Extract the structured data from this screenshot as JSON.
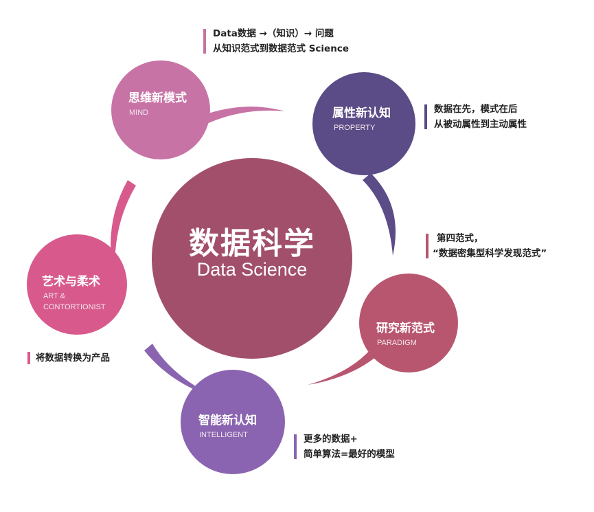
{
  "center": {
    "title_cn": "数据科学",
    "title_en": "Data Science",
    "color": "#a24f6b"
  },
  "nodes": [
    {
      "id": "mind",
      "title": "思维新模式",
      "subtitle": [
        "MIND"
      ],
      "color": "#c873a6",
      "notes": [
        "Data数据 →（知识）→ 问题",
        "从知识范式到数据范式 Science"
      ]
    },
    {
      "id": "property",
      "title": "属性新认知",
      "subtitle": [
        "PROPERTY"
      ],
      "color": "#5b4b86",
      "notes": [
        "数据在先，模式在后",
        "从被动属性到主动属性"
      ]
    },
    {
      "id": "paradigm",
      "title": "研究新范式",
      "subtitle": [
        "PARADIGM"
      ],
      "color": "#b9566f",
      "notes": [
        "第四范式，",
        "“数据密集型科学发现范式”"
      ]
    },
    {
      "id": "intelligent",
      "title": "智能新认知",
      "subtitle": [
        "INTELLIGENT"
      ],
      "color": "#8a64b0",
      "notes": [
        "更多的数据+",
        "简单算法=最好的模型"
      ]
    },
    {
      "id": "art",
      "title": "艺术与柔术",
      "subtitle": [
        "ART &",
        "CONTORTIONIST"
      ],
      "color": "#d85a8c",
      "notes": [
        "将数据转换为产品"
      ]
    }
  ]
}
